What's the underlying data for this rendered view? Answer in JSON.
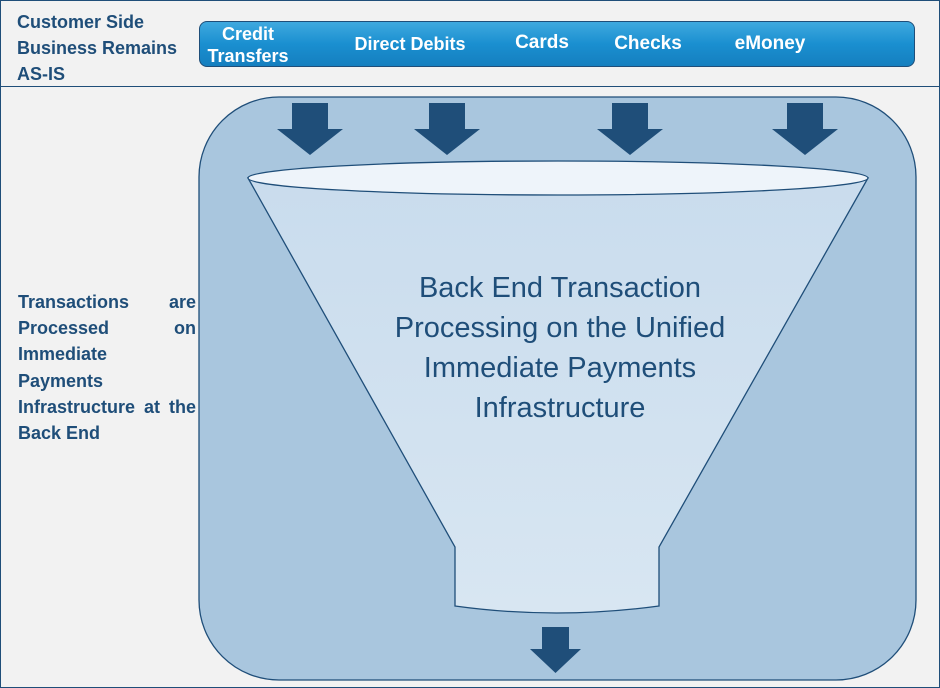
{
  "labels": {
    "customer_side": "Customer Side Business Remains AS-IS",
    "processing_note": "Transactions are Processed on Immediate Payments Infrastructure at the Back End"
  },
  "payment_types": [
    {
      "label": "Credit Transfers"
    },
    {
      "label": "Direct Debits"
    },
    {
      "label": "Cards"
    },
    {
      "label": "Checks"
    },
    {
      "label": "eMoney"
    }
  ],
  "funnel": {
    "text": "Back End Transaction Processing on the Unified Immediate Payments Infrastructure",
    "input_arrows": 4,
    "output_arrows": 1
  },
  "colors": {
    "primary_text": "#1f4e79",
    "tab_bar": "#1a8fd0",
    "container_fill": "#a9c6de",
    "funnel_fill": "#cfe0ee",
    "arrow": "#1f4e79"
  }
}
